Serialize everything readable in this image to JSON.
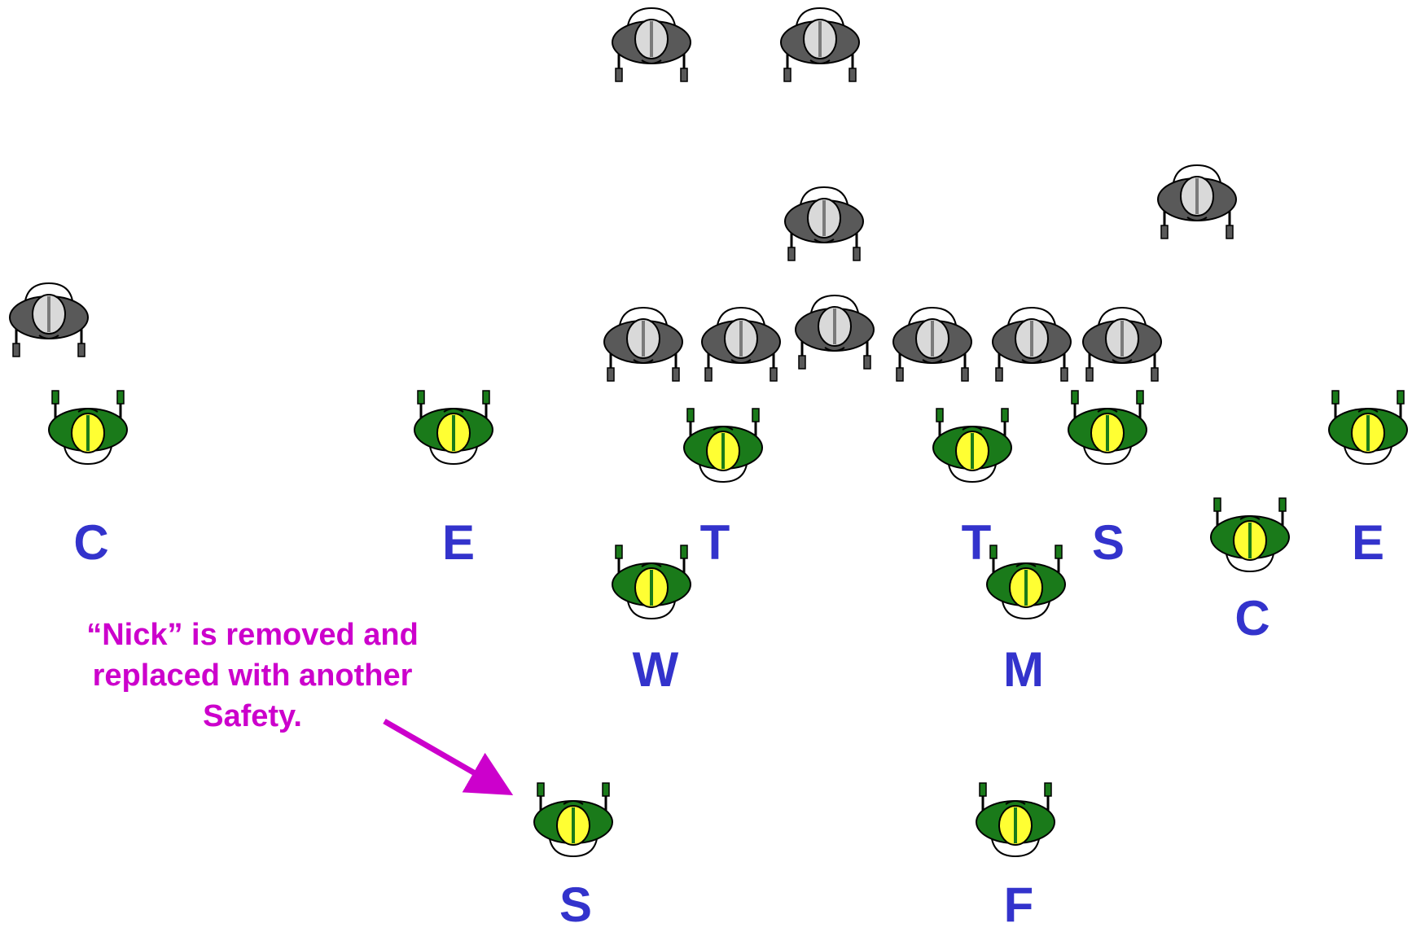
{
  "colors": {
    "label": "#3333cc",
    "annotation": "#cc00cc",
    "offense_body": "#595959",
    "offense_helmet": "#d9d9d9",
    "defense_body": "#1a7a1a",
    "defense_helmet": "#ffff33",
    "outline": "#000000"
  },
  "offense_icon": "offense-player-icon",
  "defense_icon": "defense-player-icon",
  "offense": [
    {
      "name": "offense-back-left"
    },
    {
      "name": "offense-back-right"
    },
    {
      "name": "offense-quarterback"
    },
    {
      "name": "offense-flanker"
    },
    {
      "name": "offense-split-end"
    },
    {
      "name": "offense-tackle-left"
    },
    {
      "name": "offense-guard-left"
    },
    {
      "name": "offense-center"
    },
    {
      "name": "offense-guard-right"
    },
    {
      "name": "offense-tackle-right"
    },
    {
      "name": "offense-tight-end"
    }
  ],
  "defense": [
    {
      "label": "C"
    },
    {
      "label": "E"
    },
    {
      "label": "T"
    },
    {
      "label": "T"
    },
    {
      "label": "S"
    },
    {
      "label": "E"
    },
    {
      "label": "C"
    },
    {
      "label": "W"
    },
    {
      "label": "M"
    },
    {
      "label": "S"
    },
    {
      "label": "F"
    }
  ],
  "annotation": {
    "line1": "“Nick” is removed and",
    "line2": "replaced with another",
    "line3": "Safety."
  }
}
